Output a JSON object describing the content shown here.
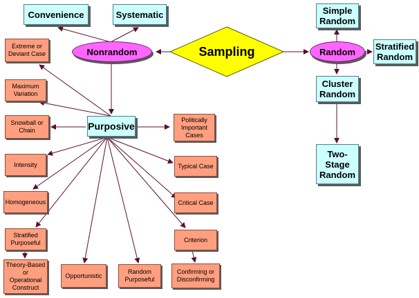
{
  "nodes": {
    "sampling": "Sampling",
    "nonrandom": "Nonrandom",
    "random": "Random",
    "convenience": "Convenience",
    "systematic": "Systematic",
    "simple_random": "Simple\nRandom",
    "stratified_random": "Stratified\nRandom",
    "cluster_random": "Cluster\nRandom",
    "two_stage_random": "Two-\nStage\nRandom",
    "purposive": "Purposive",
    "extreme_or_deviant_case": "Extreme or\nDeviant Case",
    "maximum_variation": "Maximum\nVariation",
    "snowball_or_chain": "Snowball or\nChain",
    "intensity": "Intensity",
    "homogeneous": "Homogeneous",
    "stratified_purposeful": "Stratified\nPurposeful",
    "theory_based": "Theory-Based\nor\nOperational\nConstruct",
    "opportunistic": "Opportunistic",
    "random_purposeful": "Random\nPurposeful",
    "politically_important_cases": "Politically\nImportant\nCases",
    "typical_case": "Typical Case",
    "critical_case": "Critical Case",
    "criterion": "Criterion",
    "confirming_or_disconfirming": "Confirming or\nDisconfirming"
  },
  "colors": {
    "edge": "#5a1030",
    "blue_fill": "#ccffff",
    "salmon_fill": "#ff9f7f",
    "oval_fill": "#ff66ff",
    "diamond_fill": "#ffff00"
  }
}
